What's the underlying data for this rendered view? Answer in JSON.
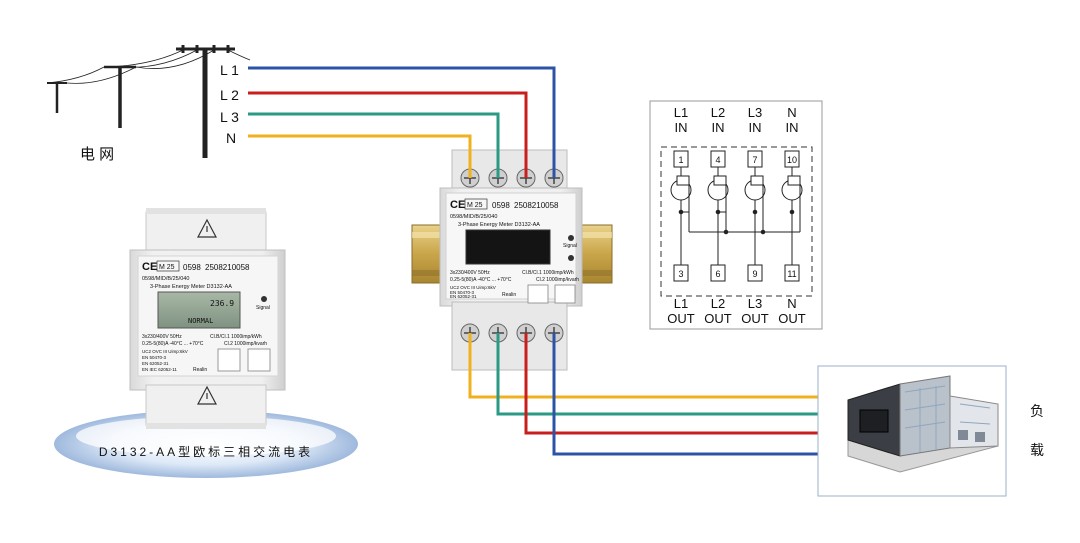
{
  "grid": {
    "label": "电 网",
    "lines": [
      "L 1",
      "L 2",
      "L 3",
      "N"
    ]
  },
  "load": {
    "label_top": "负",
    "label_bottom": "载"
  },
  "product_caption": "D3132-AA型欧标三相交流电表",
  "meter": {
    "ce": "CE",
    "m_mark": "M 25",
    "notified_body": "0598",
    "serial": "2508210058",
    "cert": "0598/MID/B/25/040",
    "model": "3-Phase Energy Meter D3132-AA",
    "signal": "Signal",
    "rating_1": "3x230/400V 50Hz",
    "rating_2": "0.25-5(80)A -40°C ... +70°C",
    "class_1": "Cl.B/Cl.1 1000imp/kWh",
    "class_2": "Cl.2 1000imp/kvarh",
    "std_0": "UC2 OVC III Uimp:6kV",
    "std_1": "EN 50470-3",
    "std_2": "EN 62052-31",
    "std_3": "EN IEC 62052-11",
    "brand": "Realin",
    "lcd_value": "236.9",
    "lcd_status": "NORMAL"
  },
  "wiring": {
    "in_terms": [
      {
        "top": "L1",
        "bottom": "IN",
        "num": "1"
      },
      {
        "top": "L2",
        "bottom": "IN",
        "num": "4"
      },
      {
        "top": "L3",
        "bottom": "IN",
        "num": "7"
      },
      {
        "top": "N",
        "bottom": "IN",
        "num": "10"
      }
    ],
    "out_terms": [
      {
        "top": "L1",
        "bottom": "OUT",
        "num": "3"
      },
      {
        "top": "L2",
        "bottom": "OUT",
        "num": "6"
      },
      {
        "top": "L3",
        "bottom": "OUT",
        "num": "9"
      },
      {
        "top": "N",
        "bottom": "OUT",
        "num": "11"
      }
    ]
  },
  "colors": {
    "l1": "#2b53a6",
    "l2": "#c81e1e",
    "l3": "#2a9a86",
    "n": "#efb21e"
  }
}
